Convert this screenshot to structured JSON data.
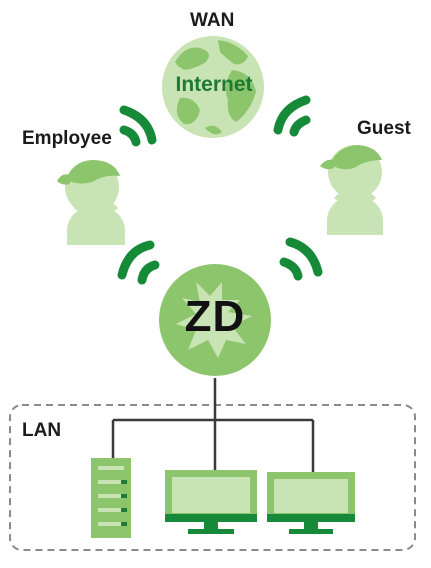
{
  "labels": {
    "wan": "WAN",
    "internet": "Internet",
    "employee": "Employee",
    "guest": "Guest",
    "zd": "ZD",
    "lan": "LAN"
  },
  "colors": {
    "light_green": "#c9e4b4",
    "mid_green": "#8cc56b",
    "dark_green": "#1e7a34",
    "signal_green": "#178a3a",
    "line": "#3a3a3a",
    "lan_border": "#8a8a8a"
  }
}
